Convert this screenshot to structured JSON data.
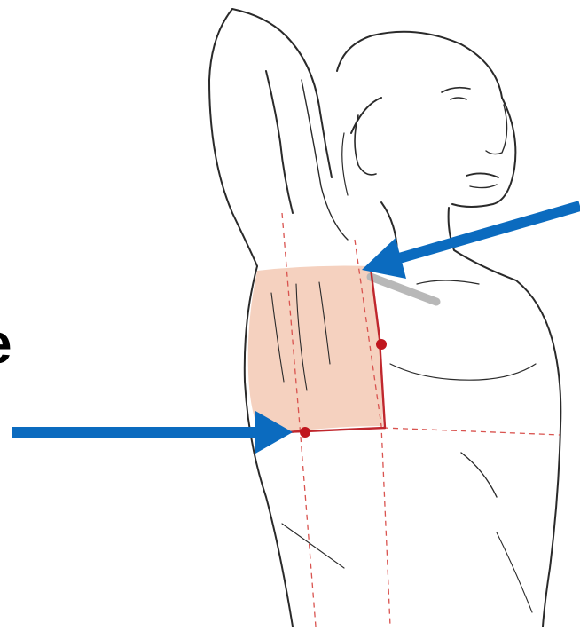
{
  "figure": {
    "partial_label": "e"
  },
  "colors": {
    "arrow": "#0b6bbf",
    "zone_fill": "#f2c2aa",
    "boundary_line": "#c0272d",
    "marker": "#c0161e",
    "outline": "#2a2a2a",
    "guide_line": "#d9534f"
  },
  "arrows": [
    {
      "name": "upper-arrow",
      "points_to": "axillary-apex"
    },
    {
      "name": "lower-arrow",
      "points_to": "lower-boundary-marker"
    }
  ],
  "icons": {
    "figure": "human-torso-raised-arm-illustration"
  }
}
